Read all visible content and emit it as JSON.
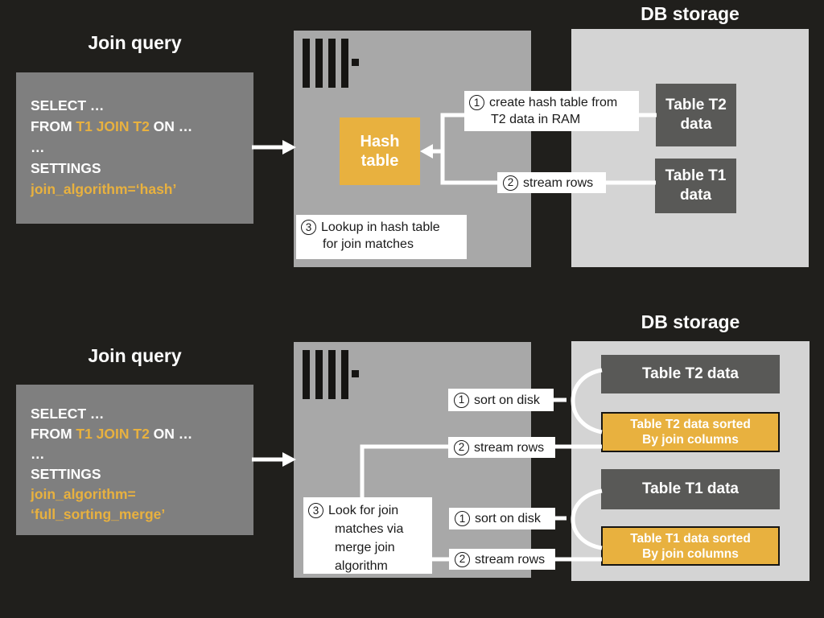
{
  "colors": {
    "background": "#201f1c",
    "query_box_gray": "#7f7f7f",
    "server_box_gray": "#a8a8a8",
    "db_storage_gray": "#d4d4d4",
    "table_box_dark": "#595957",
    "accent_orange": "#e8b13f",
    "label_bg": "#ffffff",
    "text_white": "#ffffff",
    "text_black": "#1a1a1a"
  },
  "top": {
    "title": "Join query",
    "sql": {
      "line1": "SELECT …",
      "from_prefix": "FROM ",
      "from_tables": "T1 JOIN T2",
      "from_suffix": " ON …",
      "line3": "…",
      "line4": "SETTINGS",
      "line5": "join_algorithm=‘hash’"
    },
    "server": {
      "hash_table_label": "Hash table"
    },
    "db": {
      "title": "DB storage",
      "t2_label": "Table T2 data",
      "t1_label": "Table T1 data"
    },
    "steps": {
      "s1": {
        "num": "1",
        "line1": "create hash table from",
        "line2": "T2 data in RAM"
      },
      "s2": {
        "num": "2",
        "text": "stream rows"
      },
      "s3": {
        "num": "3",
        "line1": "Lookup in hash table",
        "line2": "for join matches"
      }
    }
  },
  "bottom": {
    "title": "Join query",
    "sql": {
      "line1": "SELECT …",
      "from_prefix": "FROM ",
      "from_tables": "T1 JOIN T2",
      "from_suffix": " ON …",
      "line3": "…",
      "line4": "SETTINGS",
      "line5": "join_algorithm=",
      "line6": "‘full_sorting_merge’"
    },
    "db": {
      "title": "DB storage",
      "t2_label": "Table T2 data",
      "t2_sorted_line1": "Table T2 data sorted",
      "t2_sorted_line2": "By join columns",
      "t1_label": "Table T1 data",
      "t1_sorted_line1": "Table T1 data sorted",
      "t1_sorted_line2": "By join columns"
    },
    "steps": {
      "sort_t2": {
        "num": "1",
        "text": "sort on disk"
      },
      "stream_t2": {
        "num": "2",
        "text": "stream rows"
      },
      "s3": {
        "num": "3",
        "line1": "Look for join",
        "line2": "matches via",
        "line3": "merge join",
        "line4": "algorithm"
      },
      "sort_t1": {
        "num": "1",
        "text": "sort on disk"
      },
      "stream_t1": {
        "num": "2",
        "text": "stream rows"
      }
    }
  }
}
